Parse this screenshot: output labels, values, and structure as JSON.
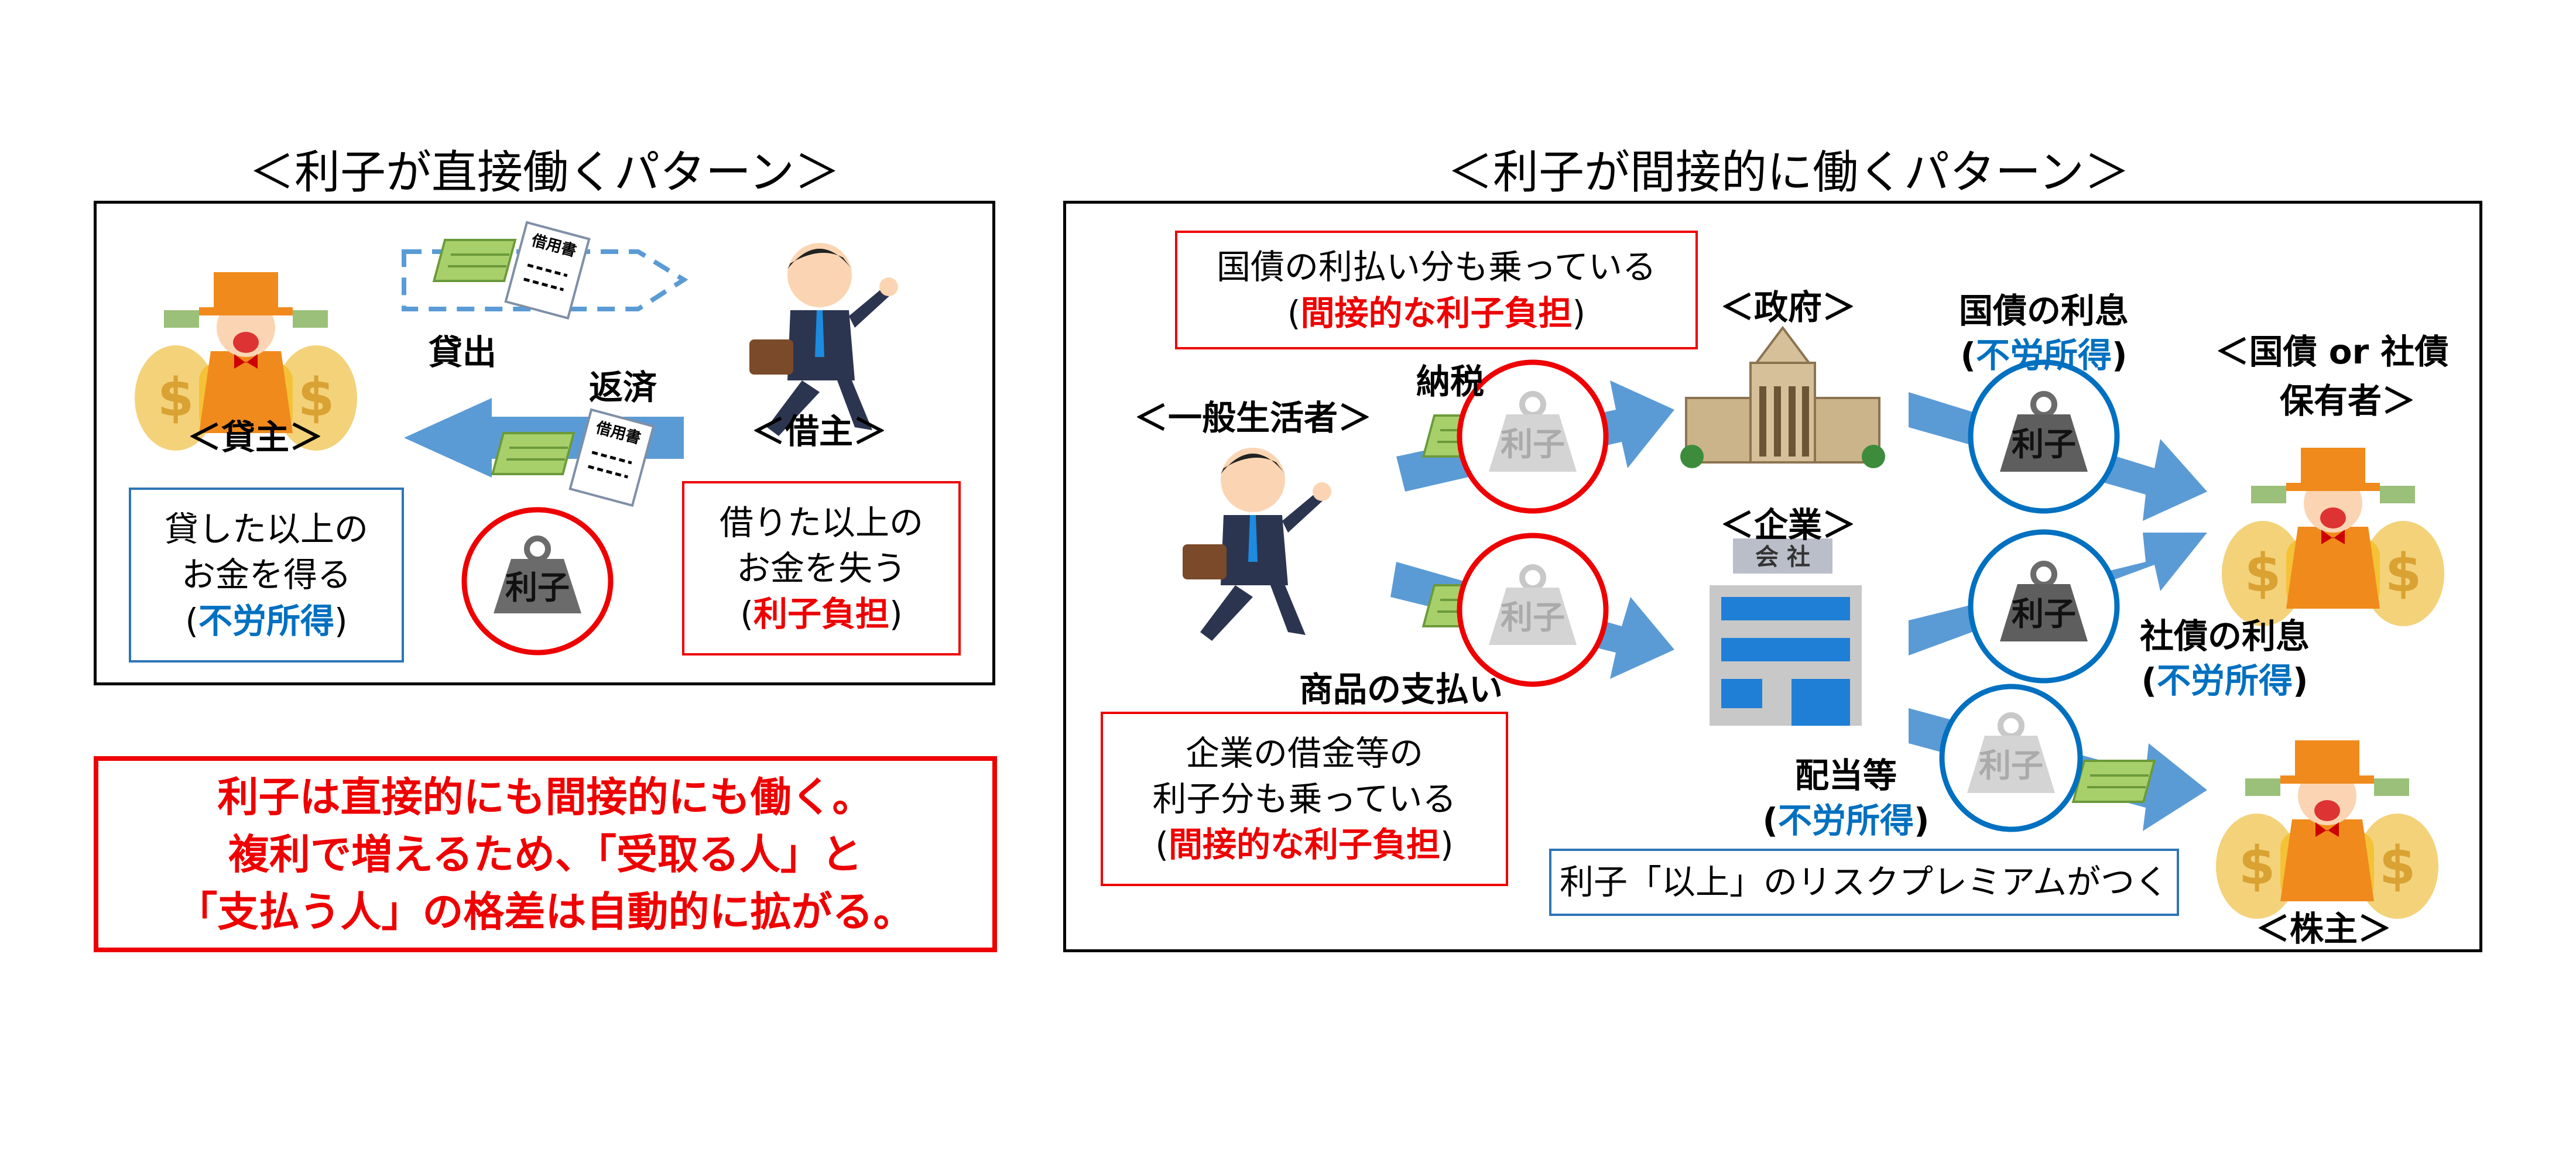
{
  "left_panel": {
    "title": "＜利子が直接働くパターン＞",
    "lender_label": "＜貸主＞",
    "borrower_label": "＜借主＞",
    "loan_label": "貸出",
    "repay_label": "返済",
    "document_label": "借用書",
    "weight_label": "利子",
    "lender_box": {
      "line1": "貸した以上の",
      "line2": "お金を得る",
      "open": "(",
      "highlight": "不労所得",
      "close": ")"
    },
    "borrower_box": {
      "line1": "借りた以上の",
      "line2": "お金を失う",
      "open": "(",
      "highlight": "利子負担",
      "close": ")"
    }
  },
  "summary_box": {
    "line1": "利子は直接的にも間接的にも働く。",
    "line2": "複利で増えるため、「受取る人」と",
    "line3": "「支払う人」の格差は自動的に拡がる。"
  },
  "right_panel": {
    "title": "＜利子が間接的に働くパターン＞",
    "govt_box": {
      "line1": "国債の利払い分も乗っている",
      "open": "(",
      "highlight": "間接的な利子負担",
      "close": ")"
    },
    "government_label": "＜政府＞",
    "tax_label": "納税",
    "citizen_label": "＜一般生活者＞",
    "company_label": "＜企業＞",
    "company_sign": "会 社",
    "purchase_label": "商品の支払い",
    "company_box": {
      "line1": "企業の借金等の",
      "line2": "利子分も乗っている",
      "open": "(",
      "highlight": "間接的な利子負担",
      "close": ")"
    },
    "govt_bond_interest": {
      "label": "国債の利息",
      "open": "(",
      "highlight": "不労所得",
      "close": ")"
    },
    "corp_bond_interest": {
      "label": "社債の利息",
      "open": "(",
      "highlight": "不労所得",
      "close": ")"
    },
    "dividend": {
      "label": "配当等",
      "open": "(",
      "highlight": "不労所得",
      "close": ")"
    },
    "holder_label_line1": "＜国債 or 社債",
    "holder_label_line2": "保有者＞",
    "shareholder_label": "＜株主＞",
    "risk_premium_box": "利子「以上」のリスクプレミアムがつく",
    "weight_label": "利子"
  },
  "colors": {
    "accent_red": "#ee0000",
    "accent_blue": "#0070c0",
    "arrow_blue": "#5b9bd5"
  }
}
